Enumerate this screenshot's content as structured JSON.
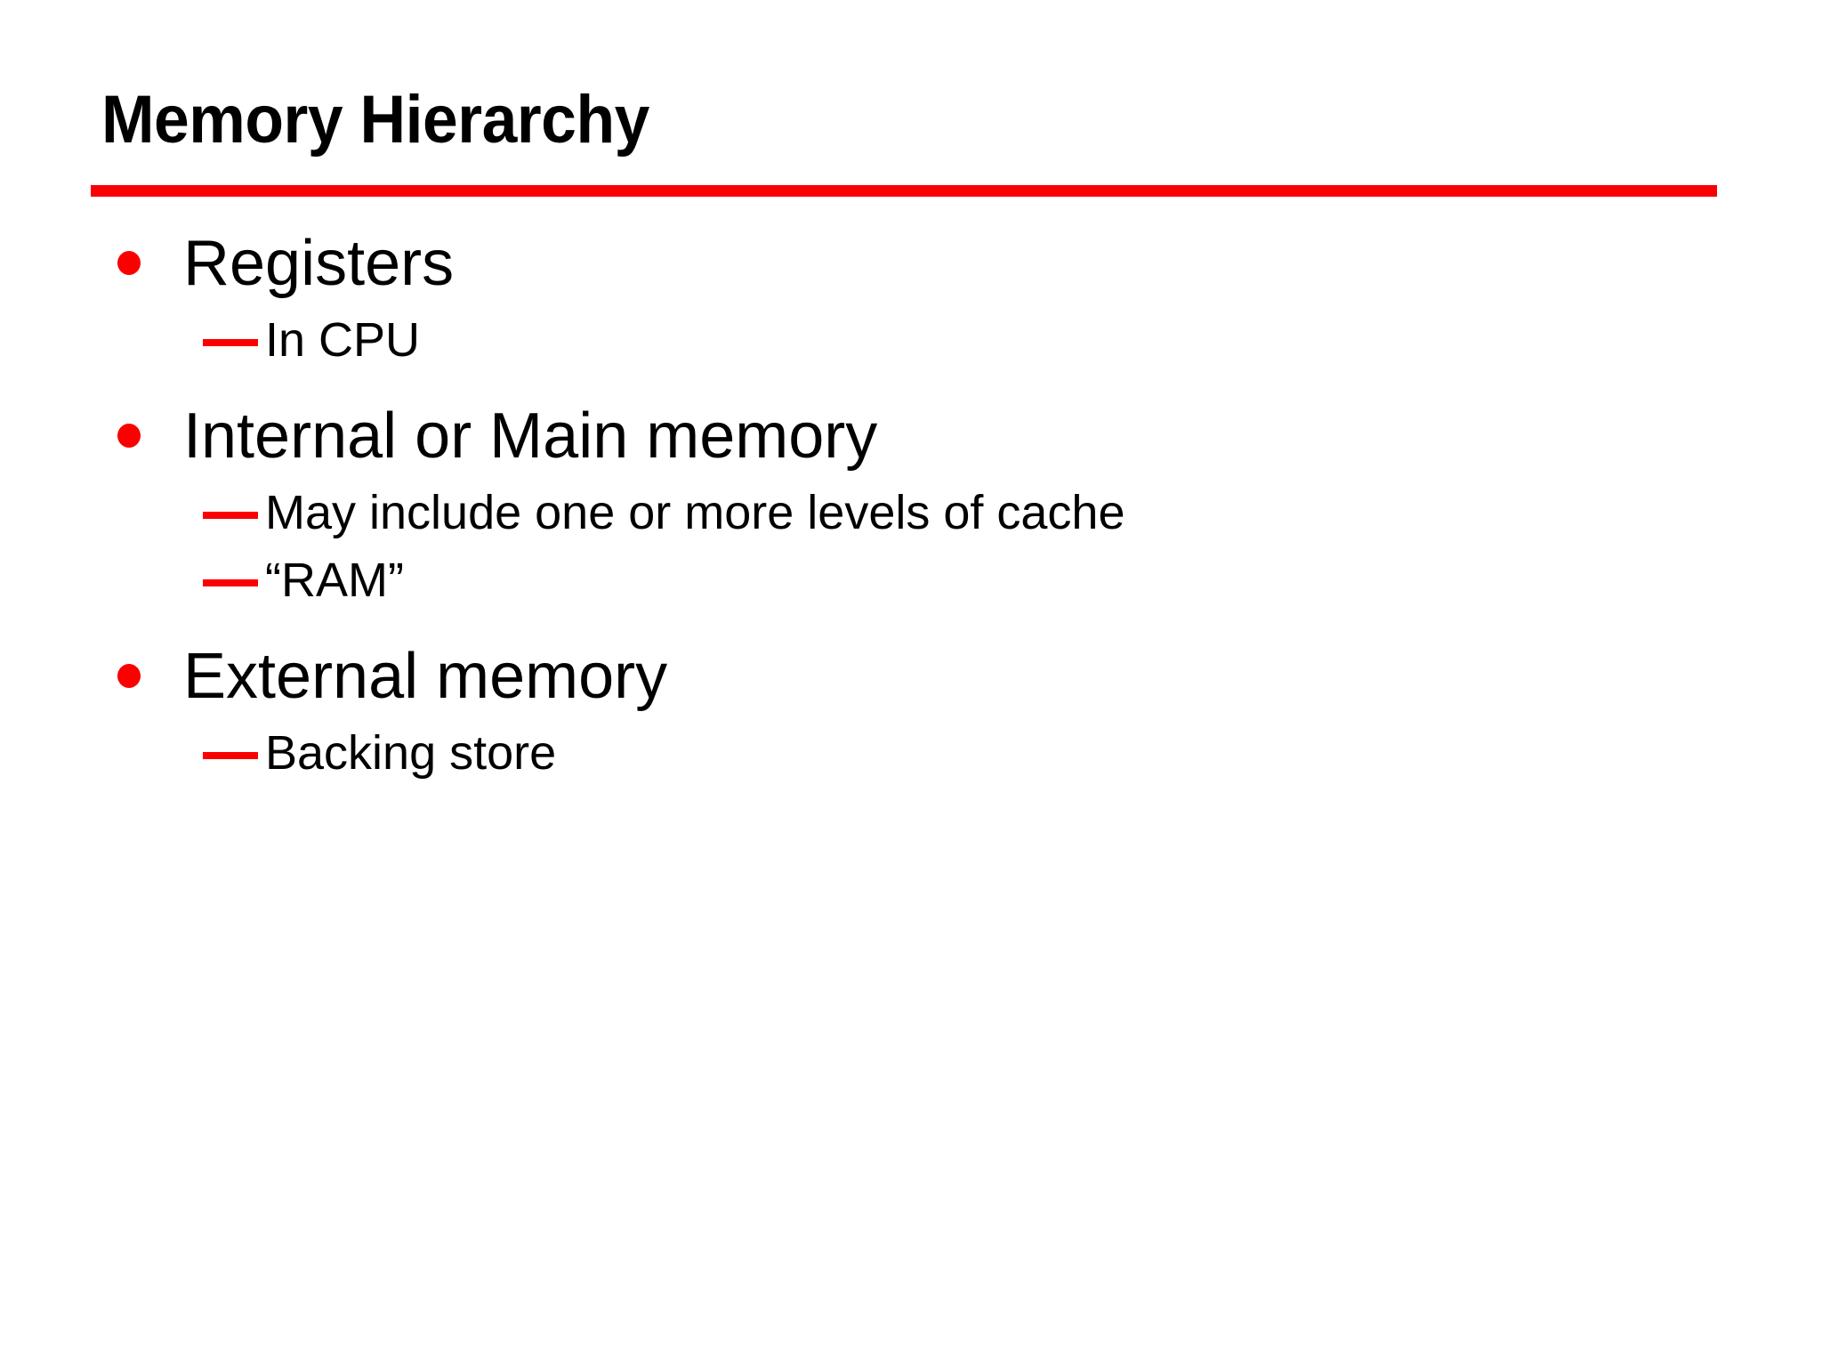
{
  "slide": {
    "title": "Memory Hierarchy",
    "background_color": "#ffffff",
    "accent_color": "#fa0000",
    "text_color": "#000000",
    "rule": {
      "name": "title-underline-rule",
      "color": "#fa0000"
    },
    "bullets": [
      {
        "bullet_glyph": "•",
        "label": "Registers",
        "sub_items": [
          {
            "dash_glyph": "—",
            "label": "In CPU"
          }
        ]
      },
      {
        "bullet_glyph": "•",
        "label": "Internal or Main memory",
        "sub_items": [
          {
            "dash_glyph": "—",
            "label": "May include one or more levels of cache"
          },
          {
            "dash_glyph": "—",
            "label": "“RAM”"
          }
        ]
      },
      {
        "bullet_glyph": "•",
        "label": "External memory",
        "sub_items": [
          {
            "dash_glyph": "—",
            "label": "Backing store"
          }
        ]
      }
    ]
  }
}
